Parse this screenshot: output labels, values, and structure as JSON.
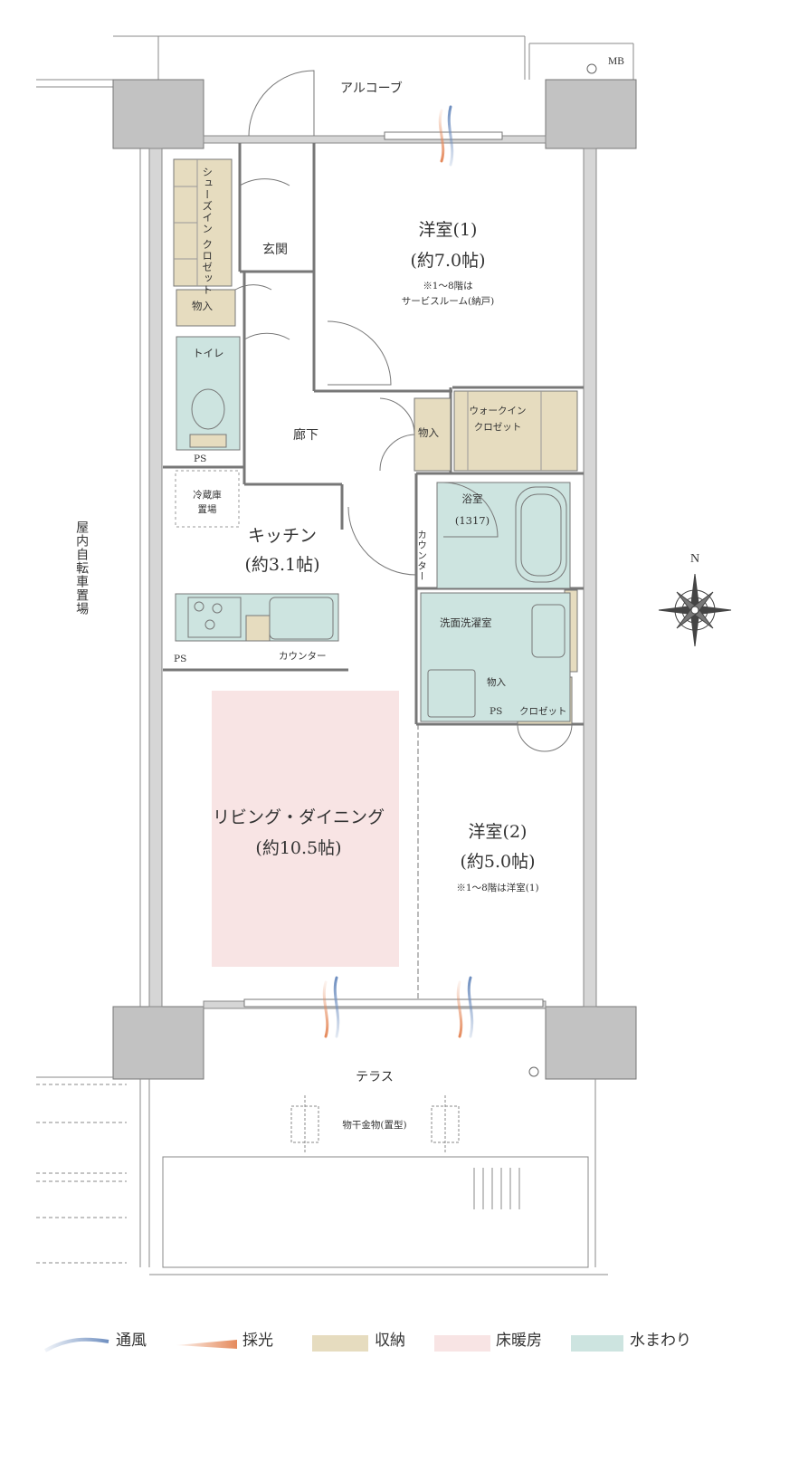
{
  "plan": {
    "rooms": {
      "alcove": "アルコーブ",
      "mb": "MB",
      "entrance": "玄関",
      "shoe_closet": "シューズイン クロゼット",
      "storage_entrance": "物入",
      "toilet": "トイレ",
      "ps_toilet": "PS",
      "hallway": "廊下",
      "storage_hall": "物入",
      "walkin_closet_line1": "ウォークイン",
      "walkin_closet_line2": "クロゼット",
      "western1_name": "洋室(1)",
      "western1_size": "(約7.0帖)",
      "western1_note1": "※1～8階は",
      "western1_note2": "サービスルーム(納戸)",
      "fridge_line1": "冷蔵庫",
      "fridge_line2": "置場",
      "kitchen_name": "キッチン",
      "kitchen_size": "(約3.1帖)",
      "counter_vertical": "カウンター",
      "counter_kitchen": "カウンター",
      "ps_kitchen": "PS",
      "bath_name": "浴室",
      "bath_size": "(1317)",
      "washroom": "洗面洗濯室",
      "storage_wash": "物入",
      "ps_wash": "PS",
      "closet": "クロゼット",
      "living_name": "リビング・ダイニング",
      "living_size": "(約10.5帖)",
      "western2_name": "洋室(2)",
      "western2_size": "(約5.0帖)",
      "western2_note": "※1～8階は洋室(1)",
      "bicycle_parking": "屋内自転車置場",
      "terrace": "テラス",
      "clothes_hanger": "物干金物(置型)",
      "north": "N"
    }
  },
  "legend": [
    {
      "label": "通風",
      "kind": "ventilation",
      "color": "#6f8fc0"
    },
    {
      "label": "採光",
      "kind": "daylight",
      "color": "#e58a5c"
    },
    {
      "label": "収納",
      "kind": "storage",
      "color": "#e6dcbf"
    },
    {
      "label": "床暖房",
      "kind": "floor-heating",
      "color": "#f8e4e4"
    },
    {
      "label": "水まわり",
      "kind": "wet-area",
      "color": "#cde4e0"
    }
  ]
}
